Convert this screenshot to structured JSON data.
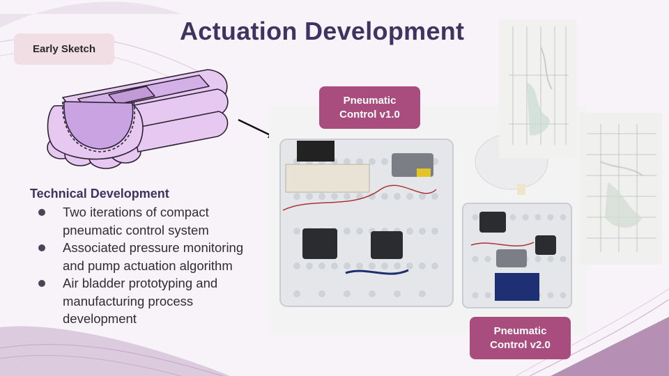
{
  "slide": {
    "title": "Actuation Development",
    "sketch_label": "Early Sketch",
    "v1_label_line1": "Pneumatic",
    "v1_label_line2": "Control v1.0",
    "v2_label_line1": "Pneumatic",
    "v2_label_line2": "Control v2.0",
    "section_heading": "Technical Development",
    "bullets": [
      "Two iterations of compact pneumatic control system",
      "Associated pressure monitoring and pump actuation algorithm",
      "Air bladder prototyping and manufacturing process development"
    ]
  },
  "colors": {
    "title": "#3d3461",
    "chip_accent": "#a84d7d",
    "chip_sketch": "#f1dde4",
    "swoosh": "#b89ab9",
    "sketch_fill": "#e6c8f1",
    "sketch_stroke": "#2b2133"
  }
}
